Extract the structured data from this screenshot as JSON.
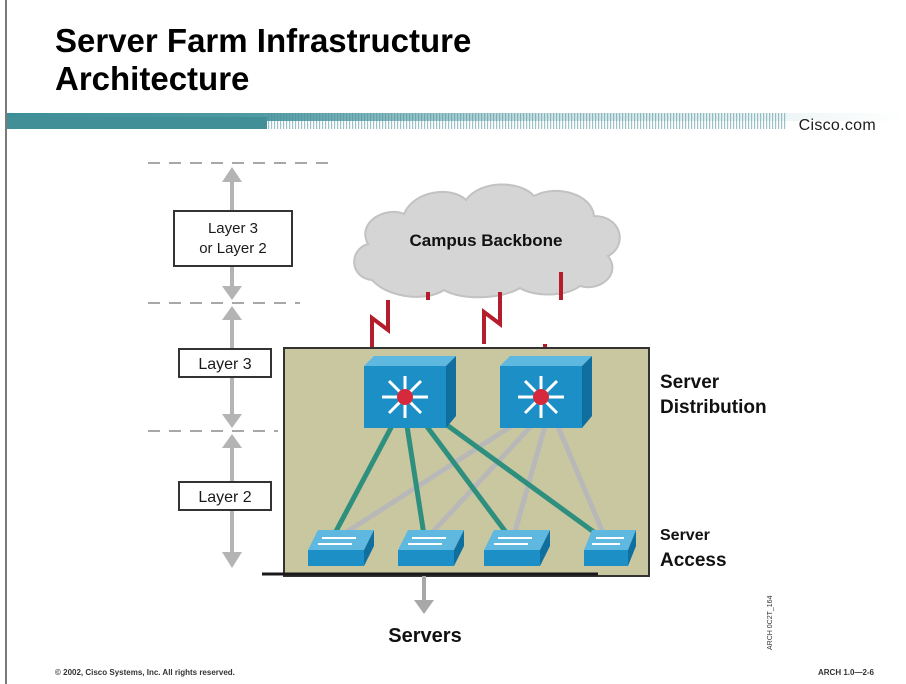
{
  "slide": {
    "title_line1": "Server Farm Infrastructure",
    "title_line2": "Architecture",
    "brand": "Cisco.com",
    "copyright": "© 2002, Cisco Systems, Inc. All rights reserved.",
    "slide_code": "ARCH 1.0—2-6"
  },
  "diagram": {
    "cloud_label": "Campus Backbone",
    "layer_labels": [
      "Layer 3",
      "or Layer 2",
      "Layer 3",
      "Layer 2"
    ],
    "distribution_label": [
      "Server",
      "Distribution"
    ],
    "access_label": [
      "Server",
      "Access"
    ],
    "servers_label": "Servers",
    "figure_id": "ARCH 0C2T_164"
  },
  "colors": {
    "enclosure": "#c9c7a0",
    "switch_blue": "#1b8fc6",
    "uplink_red": "#b51d2c",
    "teal_link": "#2f8f7f",
    "gray_link": "#b8b8b8"
  }
}
